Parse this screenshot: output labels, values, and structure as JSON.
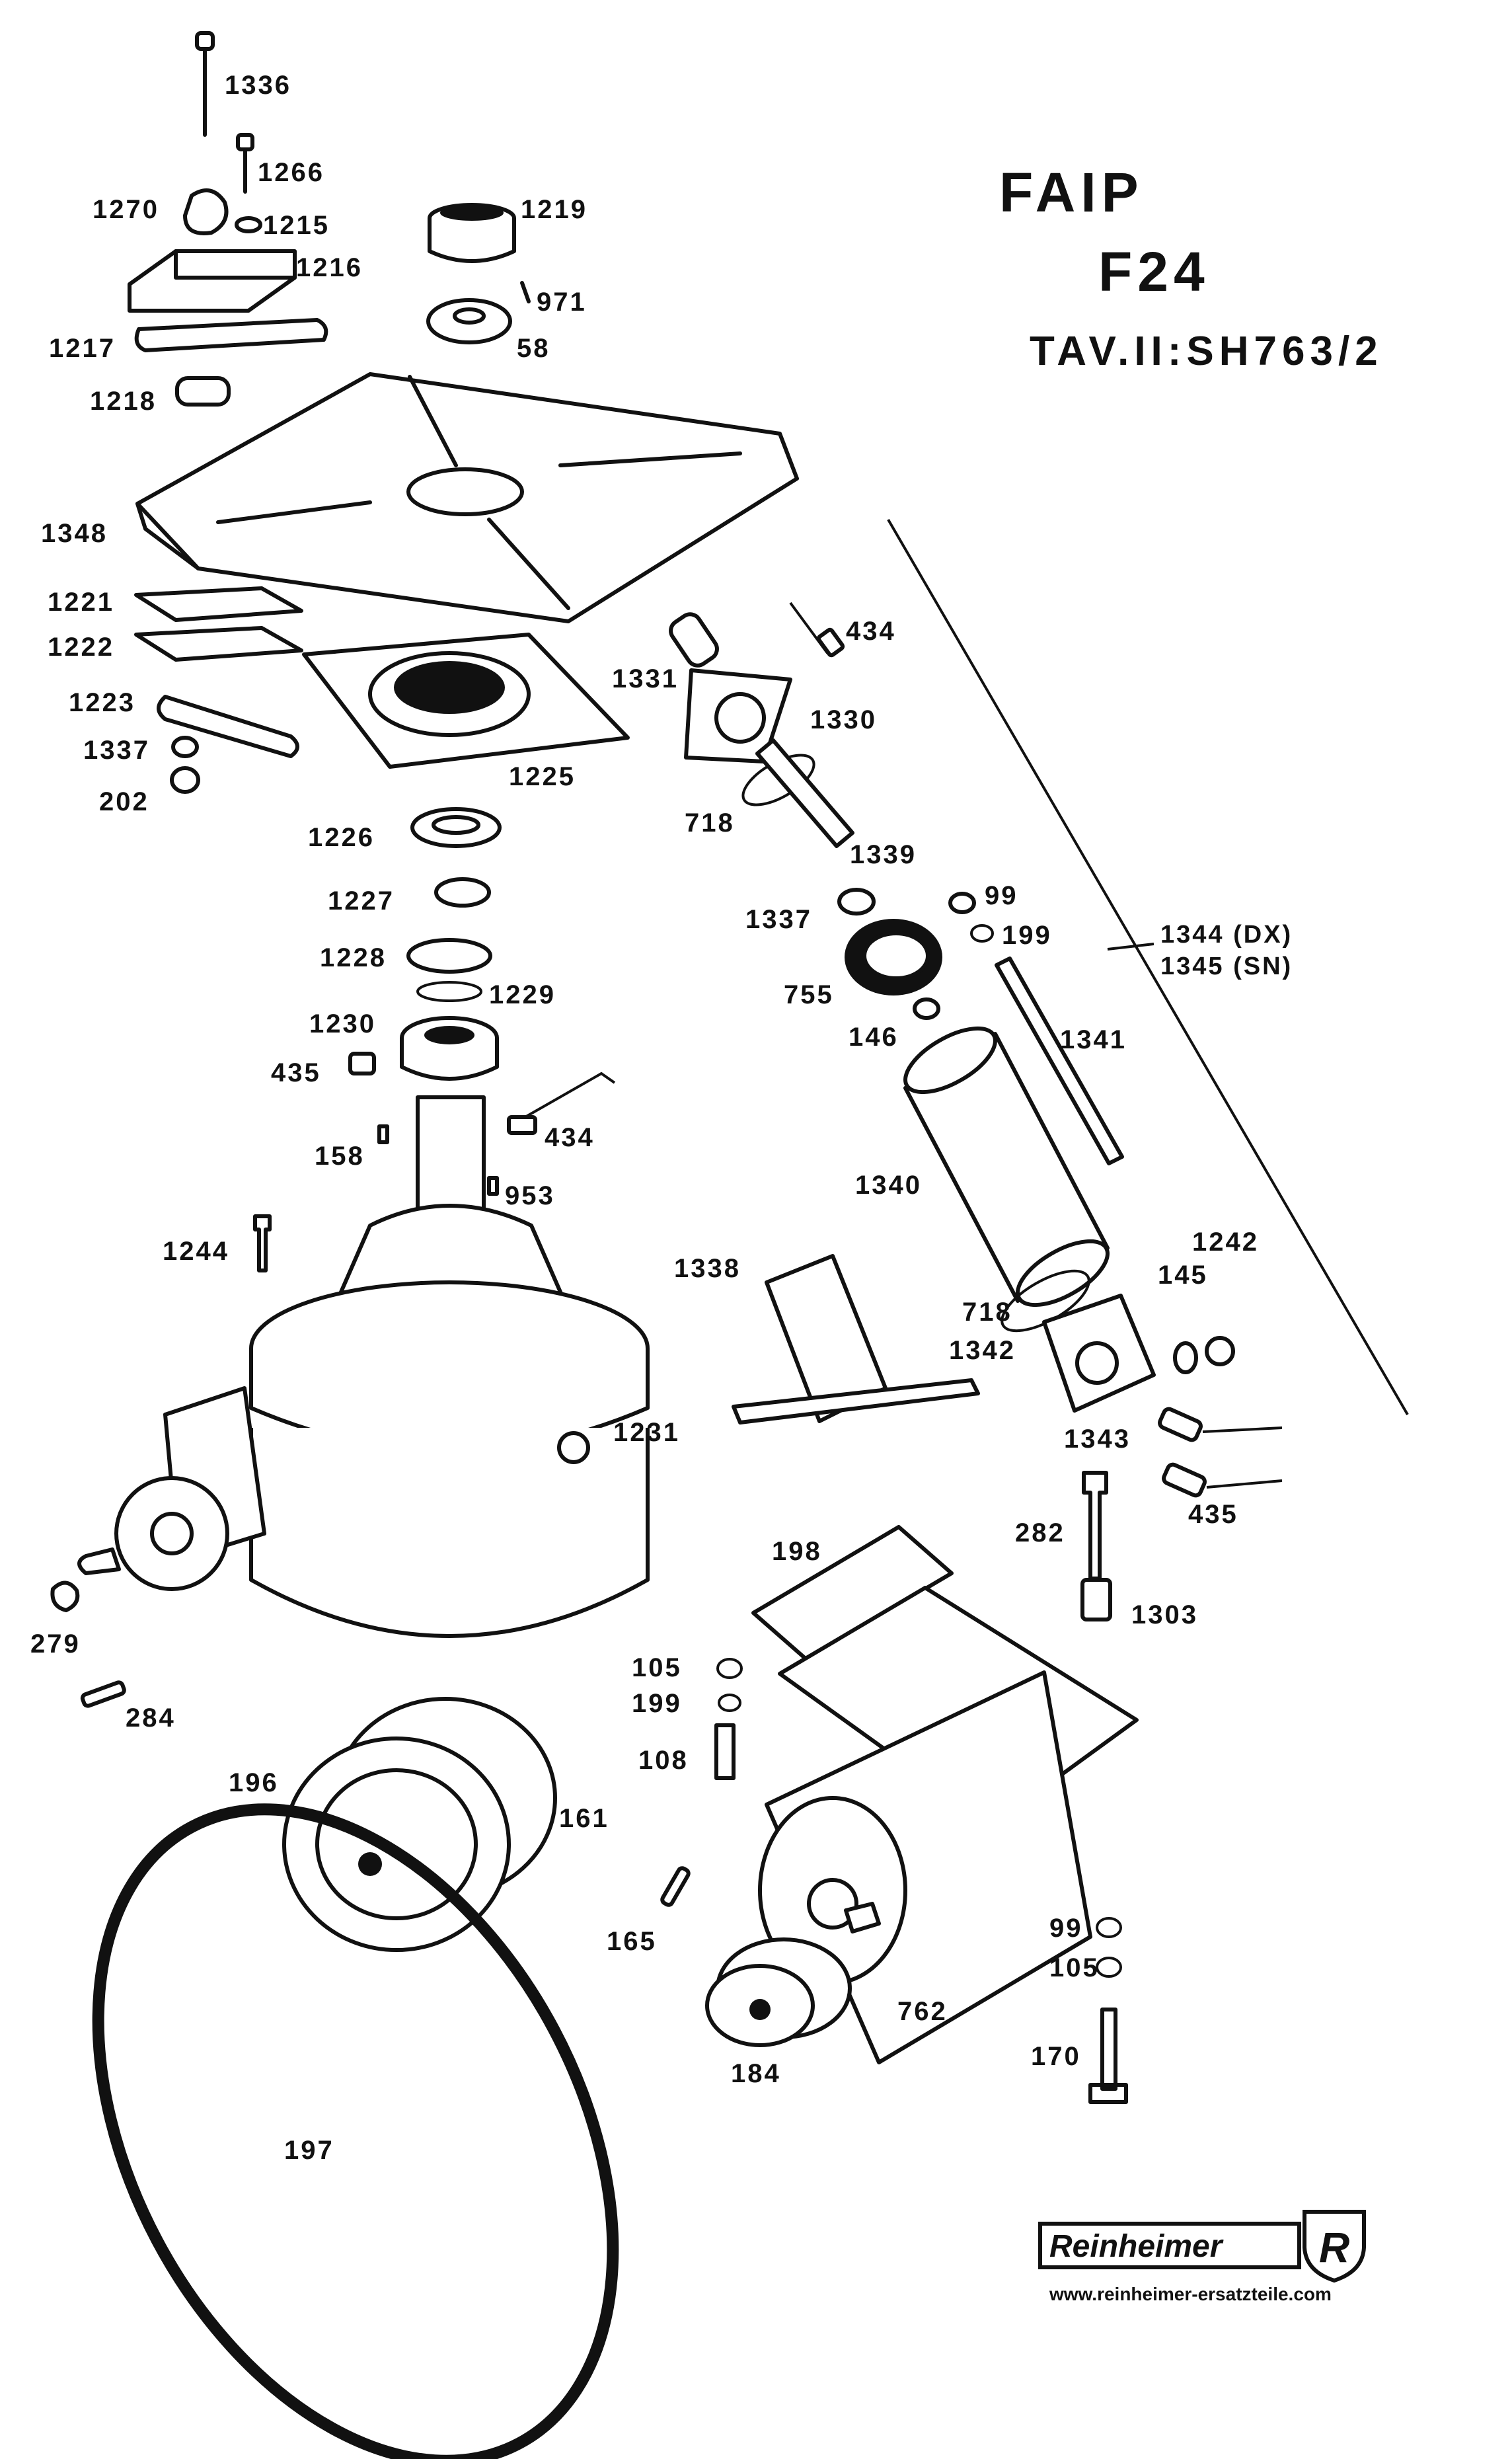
{
  "title": {
    "brand": "FAIP",
    "model": "F24",
    "table": "TAV.II:SH763/2"
  },
  "side_note": {
    "line1": "1344 (DX)",
    "line2": "1345 (SN)"
  },
  "logo": {
    "name": "Reinheimer",
    "emblem": "R",
    "url": "www.reinheimer-ersatzteile.com"
  },
  "parts": [
    "1336",
    "1266",
    "1270",
    "1215",
    "1216",
    "1219",
    "971",
    "58",
    "1217",
    "1218",
    "1348",
    "1221",
    "1222",
    "1223",
    "1337",
    "202",
    "1225",
    "1331",
    "1330",
    "434",
    "718",
    "1339",
    "1337",
    "99",
    "199",
    "755",
    "146",
    "1341",
    "1226",
    "1227",
    "1228",
    "1229",
    "1230",
    "435",
    "434",
    "158",
    "953",
    "1244",
    "1340",
    "1338",
    "718",
    "1342",
    "145",
    "1242",
    "1231",
    "1343",
    "435",
    "282",
    "1303",
    "198",
    "279",
    "284",
    "105",
    "199",
    "108",
    "196",
    "161",
    "165",
    "99",
    "105",
    "762",
    "184",
    "170",
    "197"
  ]
}
